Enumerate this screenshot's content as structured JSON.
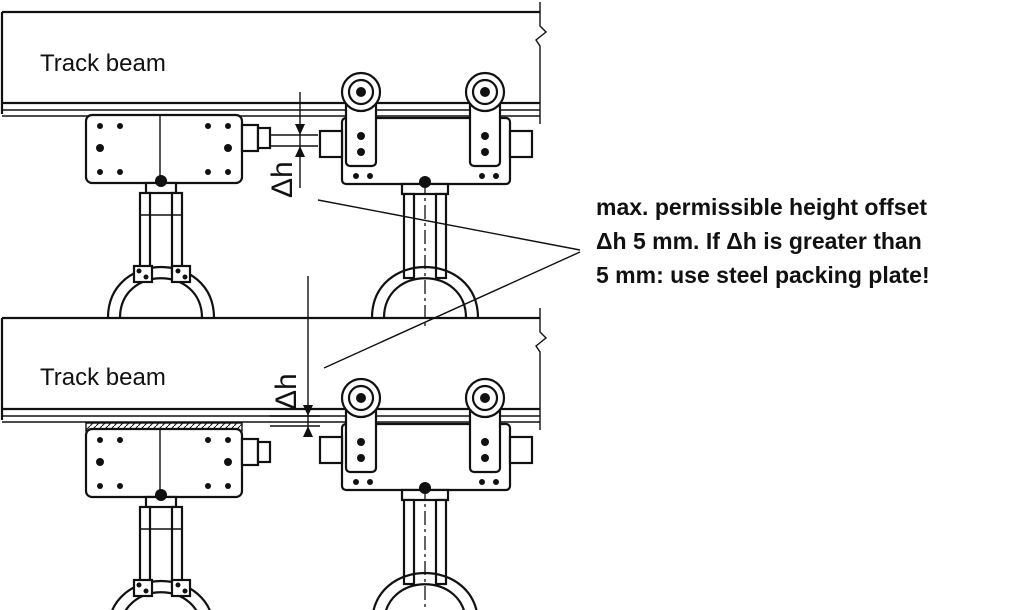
{
  "diagram": {
    "top_view": {
      "track_label": "Track beam",
      "dimension_label": "Δh"
    },
    "bottom_view": {
      "track_label": "Track beam",
      "dimension_label": "Δh"
    },
    "note": {
      "lines": [
        "max. permissible height offset",
        "Δh 5 mm. If Δh is greater than",
        "5 mm: use steel packing plate!"
      ]
    }
  }
}
